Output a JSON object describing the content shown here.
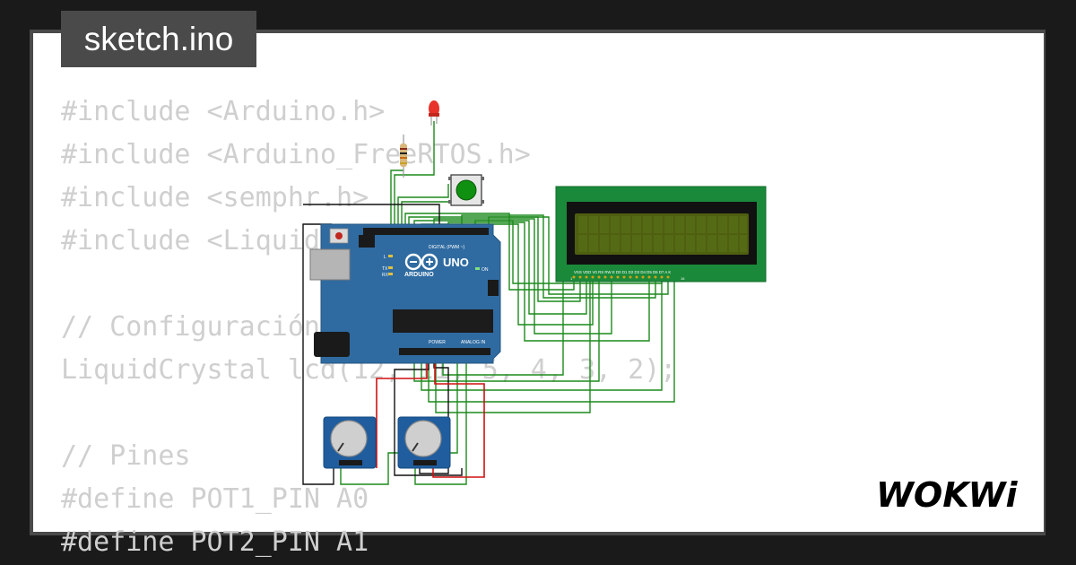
{
  "tab": {
    "filename": "sketch.ino"
  },
  "code": {
    "lines": [
      "#include <Arduino.h>",
      "#include <Arduino_FreeRTOS.h>",
      "#include <semphr.h>",
      "#include <LiquidCrystal.h>",
      "",
      "// Configuración",
      "LiquidCrystal lcd(12, 11, 5, 4, 3, 2);",
      "",
      "// Pines",
      "#define POT1_PIN A0",
      "#define POT2_PIN A1"
    ]
  },
  "board": {
    "model_label": "UNO",
    "brand_label": "ARDUINO",
    "digital_label": "DIGITAL (PWM ~)",
    "power_label": "POWER",
    "analog_label": "ANALOG IN",
    "on_label": "ON",
    "tx_label": "TX",
    "rx_label": "RX",
    "l_label": "L"
  },
  "lcd": {
    "pin_labels": "VSS VDD V0 RS RW E D0 D1 D2 D3 D4 D5 D6 D7 A K",
    "pin_first": "1",
    "pin_last": "16"
  },
  "logo": {
    "text": "WOKWi"
  },
  "colors": {
    "background": "#1a1a1a",
    "frame": "#4a4a4a",
    "code_text": "#cfcfcf",
    "board_blue": "#2f6ba1",
    "lcd_green": "#1a8a3a",
    "lcd_screen": "#4e5f10",
    "wire_green": "#1c8a1c",
    "wire_red": "#d11111",
    "led_red": "#e8332a",
    "button_green": "#109010"
  }
}
